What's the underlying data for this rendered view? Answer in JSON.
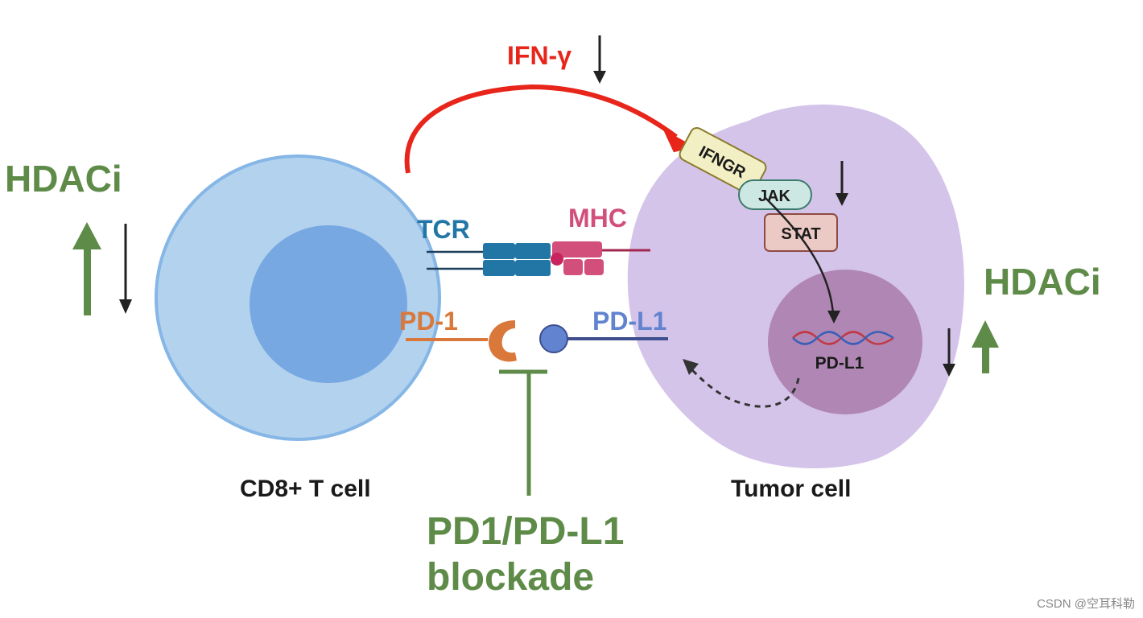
{
  "colors": {
    "hdaci_green": "#5e8b48",
    "ifn_red": "#e8251b",
    "tcell_outer": "#b2d2ee",
    "tcell_outline": "#86b6e6",
    "tcell_nucleus": "#78a8e2",
    "tumor_body": "#d5c4ea",
    "tumor_nucleus": "#b087b4",
    "tcr_blue": "#2276a6",
    "mhc_pink": "#d14f7a",
    "pd1_orange": "#d9783a",
    "pdl1_blue": "#3e4e8e",
    "pdl1_ball": "#6183d0",
    "ifngr_fill": "#f3efc4",
    "jak_fill": "#cde8e2",
    "stat_fill": "#ebc9c4",
    "label_dark": "#1a1a1a",
    "footer_gray": "#888888"
  },
  "left_hdaci": {
    "label": "HDACi"
  },
  "right_hdaci": {
    "label": "HDACi"
  },
  "ifn": {
    "label": "IFN-γ"
  },
  "receptors": {
    "ifngr": "IFNGR",
    "jak": "JAK",
    "stat": "STAT"
  },
  "molecules": {
    "tcr": "TCR",
    "mhc": "MHC",
    "pd1": "PD-1",
    "pdl1": "PD-L1"
  },
  "gene": {
    "label": "PD-L1"
  },
  "cells": {
    "tcell": "CD8+ T cell",
    "tumor": "Tumor cell"
  },
  "blockade": {
    "line1": "PD1/PD-L1",
    "line2": "blockade"
  },
  "footer": {
    "watermark": "CSDN @空耳科勒"
  }
}
